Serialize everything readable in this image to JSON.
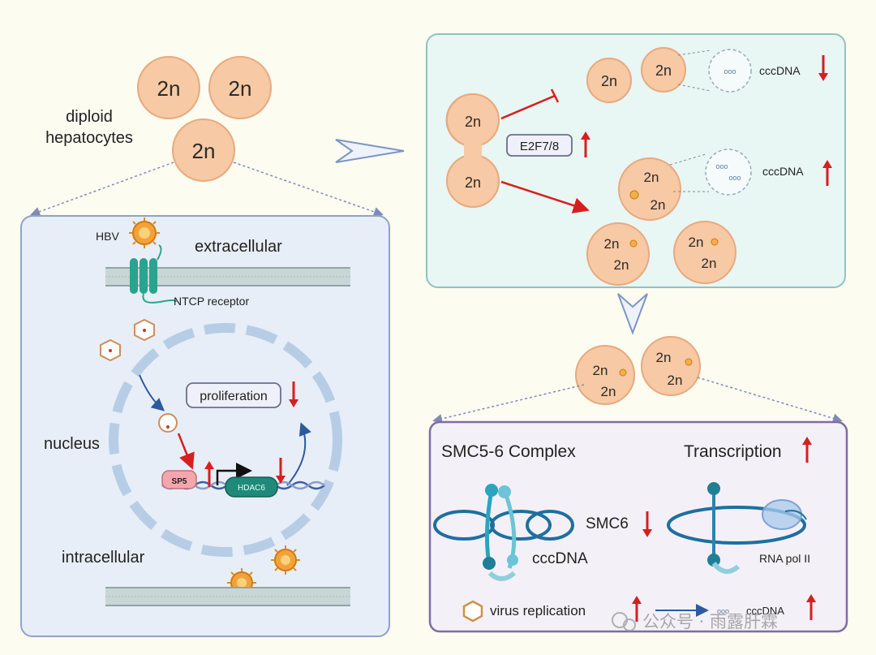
{
  "colors": {
    "cell_fill": "#f7c9a4",
    "cell_stroke": "#e8a97e",
    "arrow_red": "#d81e1e",
    "panel_blue": "#e7eef7",
    "panel_teal": "#e8f6f4",
    "panel_lilac": "#f4f0f8",
    "dna_blue": "#1f6f9e",
    "cohesin": "#2aa5bd"
  },
  "top_left": {
    "cell_labels": [
      "2n",
      "2n",
      "2n"
    ],
    "caption_line1": "diploid",
    "caption_line2": "hepatocytes"
  },
  "infection_panel": {
    "hbv_label": "HBV",
    "extracellular_label": "extracellular",
    "receptor_label": "NTCP receptor",
    "proliferation_label": "proliferation",
    "nucleus_label": "nucleus",
    "sp5_label": "SP5",
    "hdac6_label": "HDAC6",
    "intracellular_label": "intracellular"
  },
  "division_panel": {
    "dividing_labels": [
      "2n",
      "2n"
    ],
    "e2f_label": "E2F7/8",
    "single_cell_label": "2n",
    "cccdna_top_cell_label": "2n",
    "cccdna_top_label": "cccDNA",
    "binuc_labels": [
      "2n",
      "2n"
    ],
    "cccdna_bottom_label": "cccDNA",
    "bottom_left_labels": [
      "2n",
      "2n"
    ],
    "bottom_right_labels": [
      "2n",
      "2n"
    ]
  },
  "middle_right": {
    "left_labels": [
      "2n",
      "2n"
    ],
    "right_labels": [
      "2n",
      "2n"
    ]
  },
  "mechanism_panel": {
    "smc_title": "SMC5-6 Complex",
    "transcription_title": "Transcription",
    "smc6_label": "SMC6",
    "cccdna_label": "cccDNA",
    "rnapol_label": "RNA pol II",
    "virus_rep_label": "virus replication",
    "cccdna_end_label": "cccDNA"
  },
  "watermark": {
    "text": "公众号 · 雨露肝霖"
  }
}
